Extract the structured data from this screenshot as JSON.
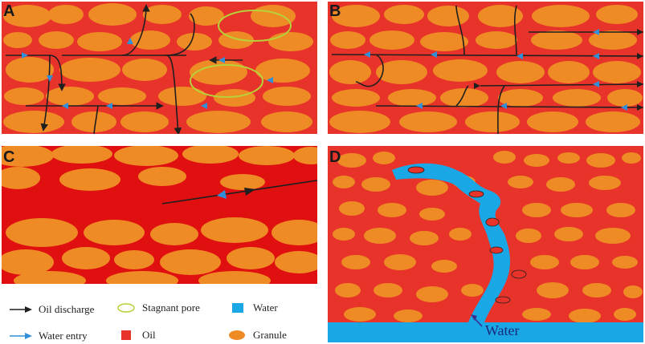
{
  "panels": {
    "a": {
      "label": "A"
    },
    "b": {
      "label": "B"
    },
    "c": {
      "label": "C"
    },
    "d": {
      "label": "D",
      "water_label": "Water"
    }
  },
  "legend": {
    "oil_discharge": "Oil discharge",
    "water_entry": "Water entry",
    "stagnant_pore": "Stagnant pore",
    "oil": "Oil",
    "water": "Water",
    "granule": "Granule"
  },
  "colors": {
    "matrix": "#e8332b",
    "granule": "#ee8b25",
    "water": "#1aa7e6",
    "stagnant_pore": "#b6d238",
    "arrow": "#1f1f1f",
    "water_arrow": "#2f8fd8"
  }
}
